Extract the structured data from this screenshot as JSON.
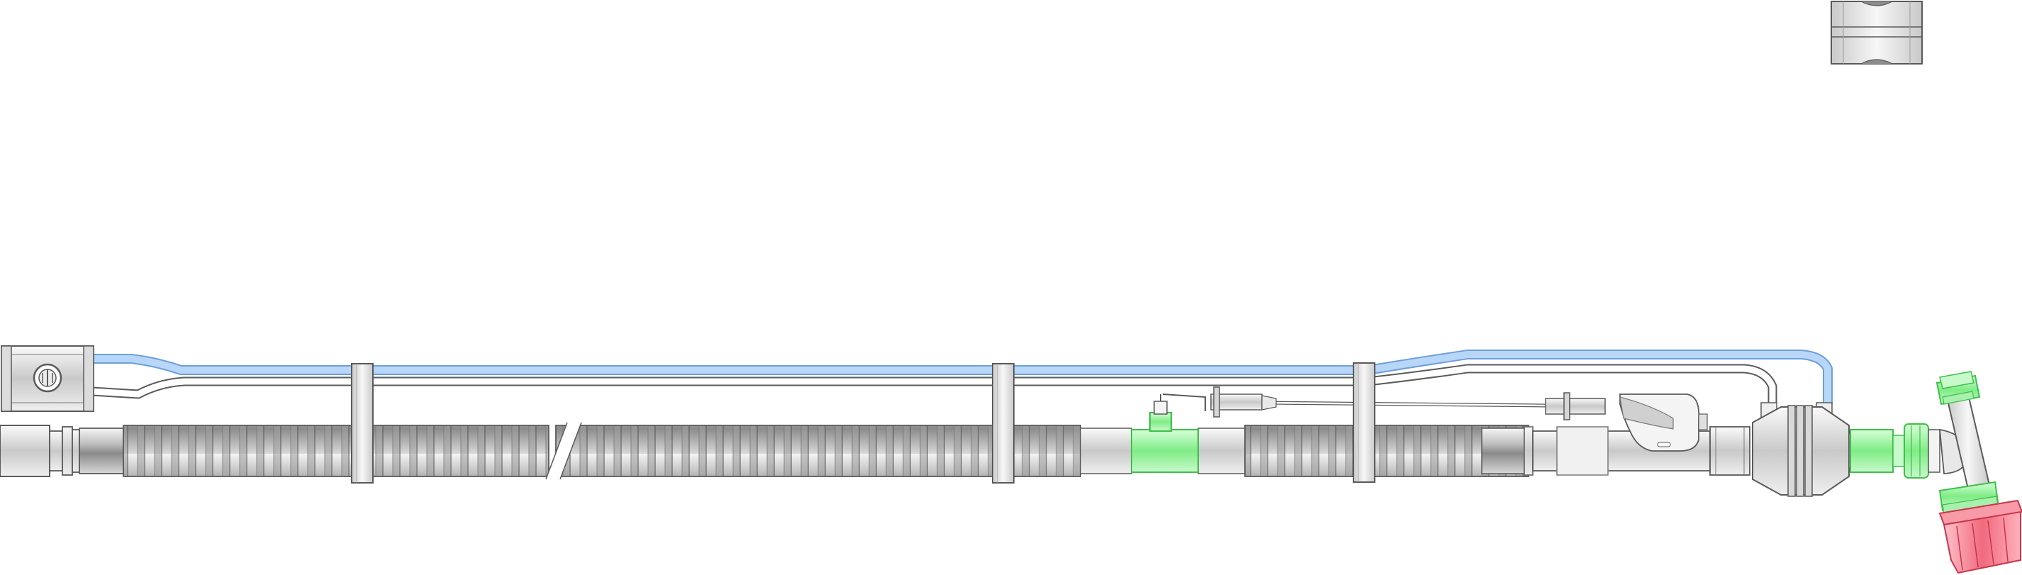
{
  "diagram": {
    "kind": "breathing-circuit-illustration",
    "colors": {
      "background": "#ffffff",
      "outline": "#5a5a5a",
      "tube_gray_light": "#e6e6e6",
      "tube_gray_mid": "#a8a8a8",
      "tube_gray_dark": "#6e6e6e",
      "sampling_line_blue": "#9ec6f2",
      "sampling_line_blue_edge": "#6f9fd8",
      "connector_green": "#86f08d",
      "connector_green_edge": "#3fbf49",
      "cap_red": "#f06a7d",
      "cap_red_edge": "#c7364c",
      "clip_fill": "#e4e4e4",
      "part_fill": "#f1f1f1"
    },
    "components": [
      {
        "id": "monitor-connector",
        "icon": "connector-block-icon"
      },
      {
        "id": "spare-clip-top-right",
        "icon": "clip-icon"
      },
      {
        "id": "sampling-line-blue",
        "icon": "tube-icon"
      },
      {
        "id": "sampling-line-gray",
        "icon": "tube-icon"
      },
      {
        "id": "corrugated-hose",
        "icon": "corrugated-tube-icon"
      },
      {
        "id": "length-break-marker",
        "icon": "break-icon"
      },
      {
        "id": "tube-clip-1",
        "icon": "clip-icon"
      },
      {
        "id": "tube-clip-2",
        "icon": "clip-icon"
      },
      {
        "id": "tube-clip-3",
        "icon": "clip-icon"
      },
      {
        "id": "green-sensor-port",
        "icon": "port-icon"
      },
      {
        "id": "luer-connector",
        "icon": "luer-icon"
      },
      {
        "id": "y-piece",
        "icon": "y-piece-icon"
      },
      {
        "id": "filter",
        "icon": "filter-icon"
      },
      {
        "id": "elbow-connector",
        "icon": "elbow-icon"
      },
      {
        "id": "red-cap",
        "icon": "cap-icon"
      }
    ]
  }
}
